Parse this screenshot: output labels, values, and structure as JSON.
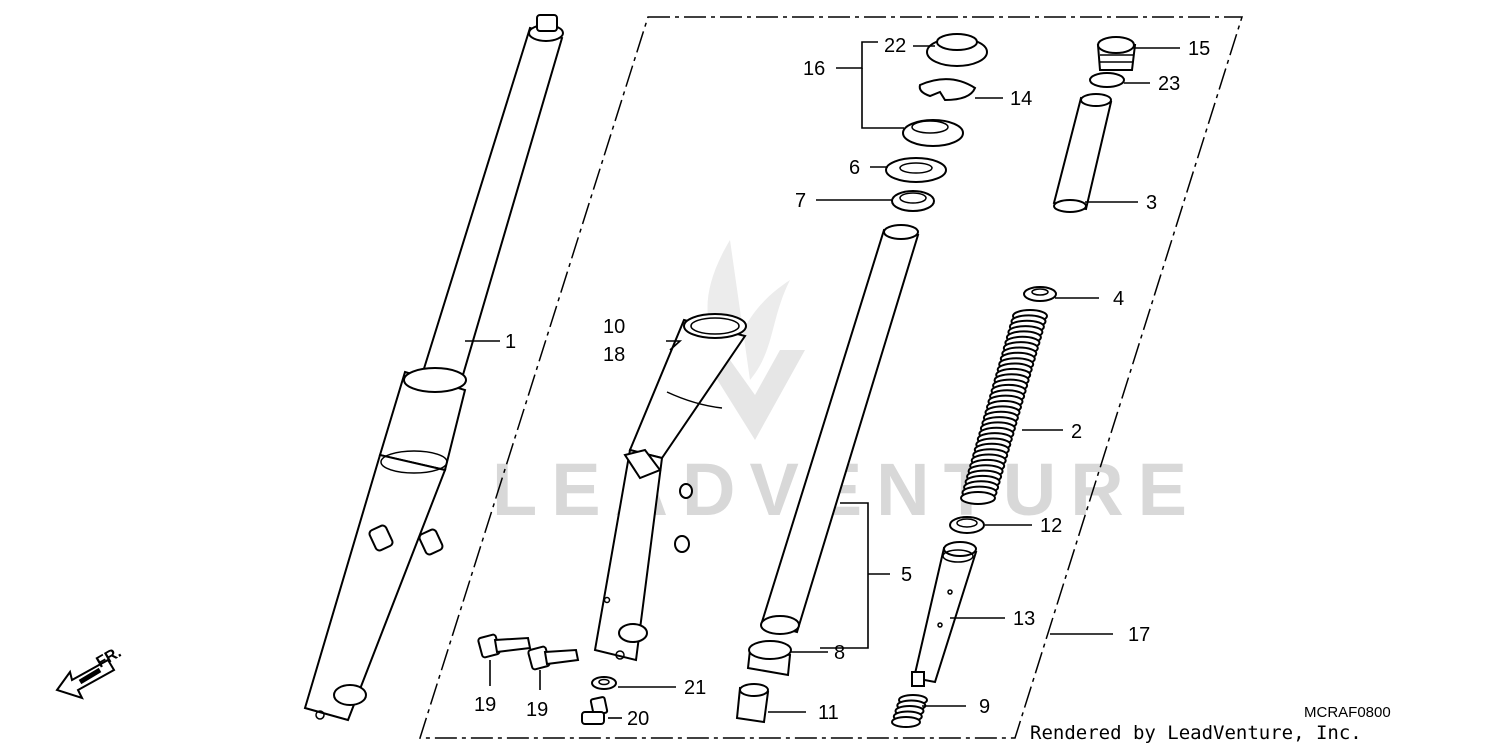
{
  "diagram_code": "MCRAF0800",
  "credit": "Rendered by LeadVenture, Inc.",
  "watermark": "LEADVENTURE",
  "direction_label": "FR.",
  "part_labels": {
    "p1": "1",
    "p2": "2",
    "p3": "3",
    "p4": "4",
    "p5": "5",
    "p6": "6",
    "p7": "7",
    "p8": "8",
    "p9": "9",
    "p10": "10",
    "p11": "11",
    "p12": "12",
    "p13": "13",
    "p14": "14",
    "p15": "15",
    "p16": "16",
    "p17": "17",
    "p18": "18",
    "p19a": "19",
    "p19b": "19",
    "p20": "20",
    "p21": "21",
    "p22": "22",
    "p23": "23"
  }
}
